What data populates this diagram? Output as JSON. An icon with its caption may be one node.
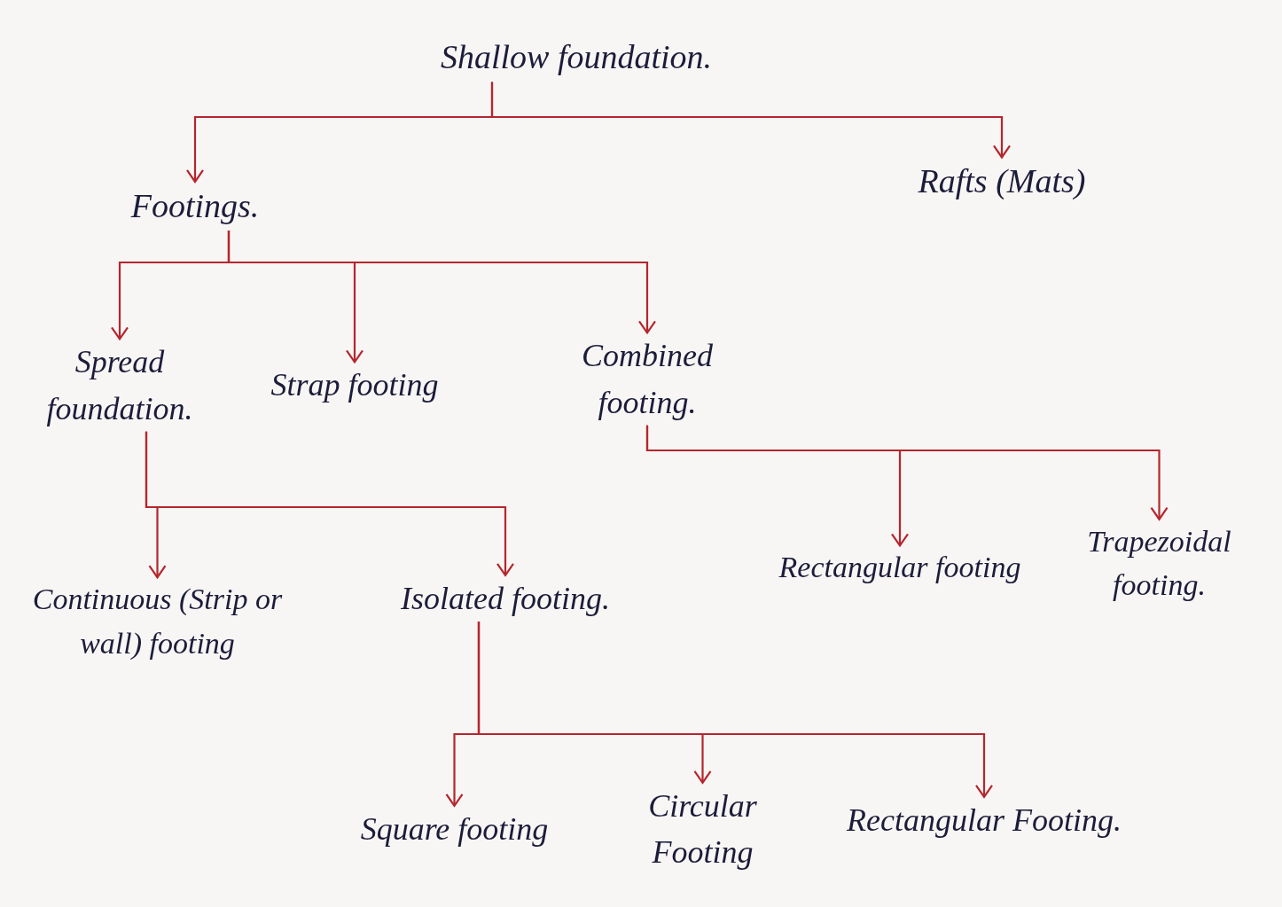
{
  "diagram": {
    "nodes": [
      {
        "text": [
          "Shallow foundation."
        ]
      },
      {
        "text": [
          "Footings."
        ]
      },
      {
        "text": [
          "Rafts (Mats)"
        ]
      },
      {
        "text": [
          "Spread foundation."
        ]
      },
      {
        "text": [
          "Strap footing"
        ]
      },
      {
        "text": [
          "Combined footing."
        ]
      },
      {
        "text": [
          "Continuous (Strip or wall) footing"
        ]
      },
      {
        "text": [
          "Isolated footing."
        ]
      },
      {
        "text": [
          "Rectangular footing"
        ]
      },
      {
        "text": [
          "Trapezoidal footing."
        ]
      },
      {
        "text": [
          "Square footing"
        ]
      },
      {
        "text": [
          "Circular Footing"
        ]
      },
      {
        "text": [
          "Rectangular Footing."
        ]
      }
    ],
    "edges": [
      {
        "from": 0,
        "to": 1,
        "arrow": "to"
      },
      {
        "from": 0,
        "to": 2,
        "arrow": "to"
      },
      {
        "from": 1,
        "to": 3,
        "arrow": "to"
      },
      {
        "from": 1,
        "to": 4,
        "arrow": "to"
      },
      {
        "from": 1,
        "to": 5,
        "arrow": "to"
      },
      {
        "from": 3,
        "to": 6,
        "arrow": "to"
      },
      {
        "from": 3,
        "to": 7,
        "arrow": "to"
      },
      {
        "from": 5,
        "to": 8,
        "arrow": "to"
      },
      {
        "from": 5,
        "to": 9,
        "arrow": "to"
      },
      {
        "from": 7,
        "to": 10,
        "arrow": "to"
      },
      {
        "from": 7,
        "to": 11,
        "arrow": "to"
      },
      {
        "from": 7,
        "to": 12,
        "arrow": "to"
      }
    ]
  }
}
